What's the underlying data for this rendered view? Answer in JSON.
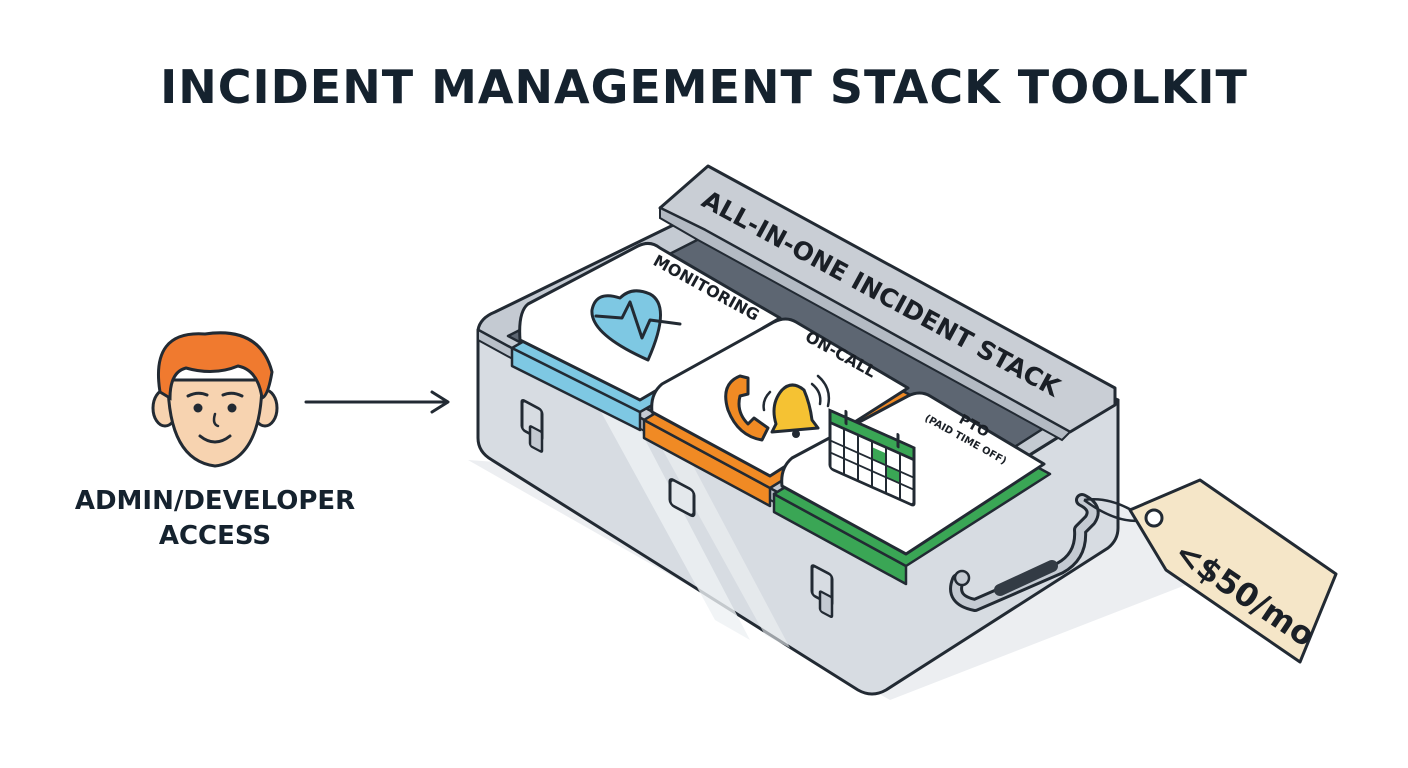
{
  "title": "INCIDENT MANAGEMENT STACK TOOLKIT",
  "user": {
    "label_line1": "ADMIN/DEVELOPER",
    "label_line2": "ACCESS",
    "icon": "person-avatar-icon"
  },
  "toolbox": {
    "lid_label": "ALL-IN-ONE INCIDENT STACK",
    "modules": [
      {
        "label": "MONITORING",
        "icon": "heart-pulse-icon",
        "color": "#7ec8e3"
      },
      {
        "label": "ON-CALL",
        "icon": "phone-bell-icon",
        "color": "#f08a24"
      },
      {
        "label": "PTO",
        "sublabel": "(PAID TIME OFF)",
        "icon": "calendar-icon",
        "color": "#3aa655"
      }
    ]
  },
  "price_tag": {
    "text": "<$50/mo",
    "color": "#f5e6c8"
  },
  "colors": {
    "title": "#15222e",
    "hair": "#f07a2f",
    "skin": "#f7d3b0",
    "box_metal": "#d7dce2",
    "outline": "#222a33"
  }
}
